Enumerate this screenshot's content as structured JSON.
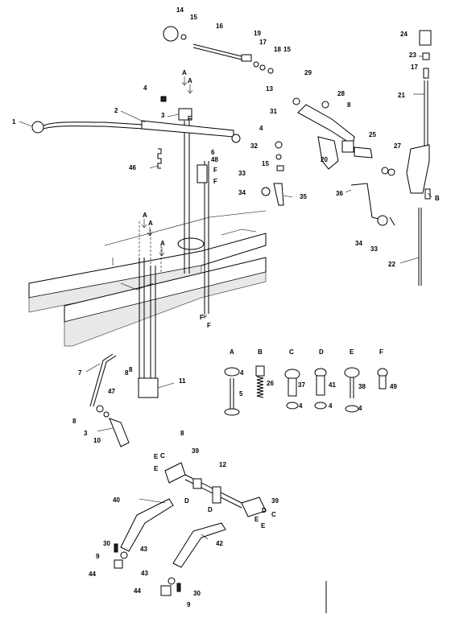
{
  "callouts": [
    {
      "id": "c1",
      "text": "1"
    },
    {
      "id": "c2",
      "text": "2"
    },
    {
      "id": "c3",
      "text": "3"
    },
    {
      "id": "c4a",
      "text": "4"
    },
    {
      "id": "c4b",
      "text": "4"
    },
    {
      "id": "c6",
      "text": "6"
    },
    {
      "id": "c7",
      "text": "7"
    },
    {
      "id": "c8a",
      "text": "8"
    },
    {
      "id": "c8b",
      "text": "8"
    },
    {
      "id": "c8c",
      "text": "8"
    },
    {
      "id": "c8d",
      "text": "8"
    },
    {
      "id": "c3b",
      "text": "3"
    },
    {
      "id": "c8e",
      "text": "8"
    },
    {
      "id": "c9a",
      "text": "9"
    },
    {
      "id": "c9b",
      "text": "9"
    },
    {
      "id": "c10",
      "text": "10"
    },
    {
      "id": "c11",
      "text": "11"
    },
    {
      "id": "c12",
      "text": "12"
    },
    {
      "id": "c13",
      "text": "13"
    },
    {
      "id": "c14",
      "text": "14"
    },
    {
      "id": "c15a",
      "text": "15"
    },
    {
      "id": "c15b",
      "text": "15"
    },
    {
      "id": "c15c",
      "text": "15"
    },
    {
      "id": "c16",
      "text": "16"
    },
    {
      "id": "c17a",
      "text": "17"
    },
    {
      "id": "c17b",
      "text": "17"
    },
    {
      "id": "c18",
      "text": "18"
    },
    {
      "id": "c19",
      "text": "19"
    },
    {
      "id": "c20",
      "text": "20"
    },
    {
      "id": "c21",
      "text": "21"
    },
    {
      "id": "c22",
      "text": "22"
    },
    {
      "id": "c23",
      "text": "23"
    },
    {
      "id": "c24",
      "text": "24"
    },
    {
      "id": "c25",
      "text": "25"
    },
    {
      "id": "c27",
      "text": "27"
    },
    {
      "id": "c28",
      "text": "28"
    },
    {
      "id": "c29",
      "text": "29"
    },
    {
      "id": "c30a",
      "text": "30"
    },
    {
      "id": "c30b",
      "text": "30"
    },
    {
      "id": "c31",
      "text": "31"
    },
    {
      "id": "c32",
      "text": "32"
    },
    {
      "id": "c33a",
      "text": "33"
    },
    {
      "id": "c33b",
      "text": "33"
    },
    {
      "id": "c34a",
      "text": "34"
    },
    {
      "id": "c34b",
      "text": "34"
    },
    {
      "id": "c35",
      "text": "35"
    },
    {
      "id": "c36",
      "text": "36"
    },
    {
      "id": "c39a",
      "text": "39"
    },
    {
      "id": "c39b",
      "text": "39"
    },
    {
      "id": "c40",
      "text": "40"
    },
    {
      "id": "c42",
      "text": "42"
    },
    {
      "id": "c43a",
      "text": "43"
    },
    {
      "id": "c43b",
      "text": "43"
    },
    {
      "id": "c44a",
      "text": "44"
    },
    {
      "id": "c44b",
      "text": "44"
    },
    {
      "id": "c46",
      "text": "46"
    },
    {
      "id": "c47",
      "text": "47"
    },
    {
      "id": "c48",
      "text": "48"
    }
  ],
  "ref_letters": [
    {
      "id": "rA1",
      "text": "A"
    },
    {
      "id": "rA2",
      "text": "A"
    },
    {
      "id": "rA3",
      "text": "A"
    },
    {
      "id": "rA4",
      "text": "A"
    },
    {
      "id": "rA5",
      "text": "A"
    },
    {
      "id": "rB1",
      "text": "B"
    },
    {
      "id": "rF1",
      "text": "F"
    },
    {
      "id": "rF2",
      "text": "F"
    },
    {
      "id": "rF3",
      "text": "F"
    },
    {
      "id": "rF4",
      "text": "F"
    },
    {
      "id": "rF5",
      "text": "F"
    },
    {
      "id": "rC1",
      "text": "C"
    },
    {
      "id": "rC2",
      "text": "C"
    },
    {
      "id": "rD1",
      "text": "D"
    },
    {
      "id": "rD2",
      "text": "D"
    },
    {
      "id": "rE1",
      "text": "E"
    },
    {
      "id": "rE2",
      "text": "E"
    },
    {
      "id": "rE3",
      "text": "E"
    },
    {
      "id": "rE4",
      "text": "E"
    },
    {
      "id": "rD3",
      "text": "D"
    }
  ],
  "hardware_legend": {
    "headers": [
      "A",
      "B",
      "C",
      "D",
      "E",
      "F"
    ],
    "items": [
      {
        "id": "hA",
        "label": "5",
        "nut": "4"
      },
      {
        "id": "hB",
        "label": "26",
        "nut": ""
      },
      {
        "id": "hC",
        "label": "37",
        "nut": "4"
      },
      {
        "id": "hD",
        "label": "41",
        "nut": "4"
      },
      {
        "id": "hE",
        "label": "38",
        "nut": "4"
      },
      {
        "id": "hF",
        "label": "49",
        "nut": ""
      }
    ]
  }
}
